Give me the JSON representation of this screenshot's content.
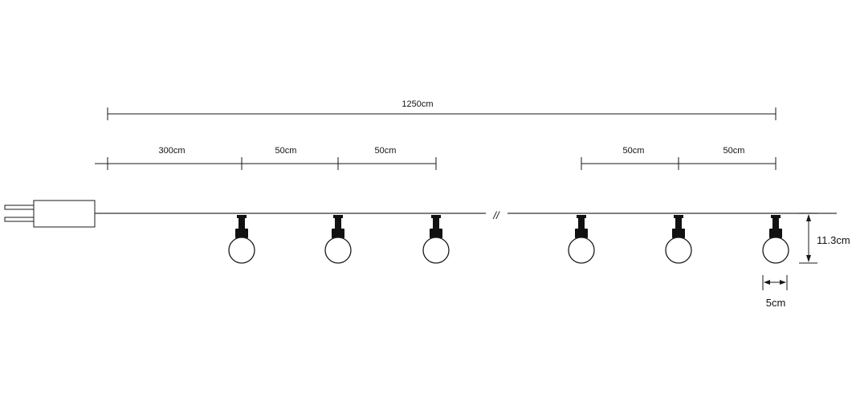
{
  "dimensions": {
    "total_length": "1250cm",
    "lead_length": "300cm",
    "spacing_1": "50cm",
    "spacing_2": "50cm",
    "spacing_3": "50cm",
    "spacing_4": "50cm",
    "bulb_height": "11.3cm",
    "bulb_diameter": "5cm"
  },
  "bulb_count_shown": 6,
  "break_symbol": "//"
}
